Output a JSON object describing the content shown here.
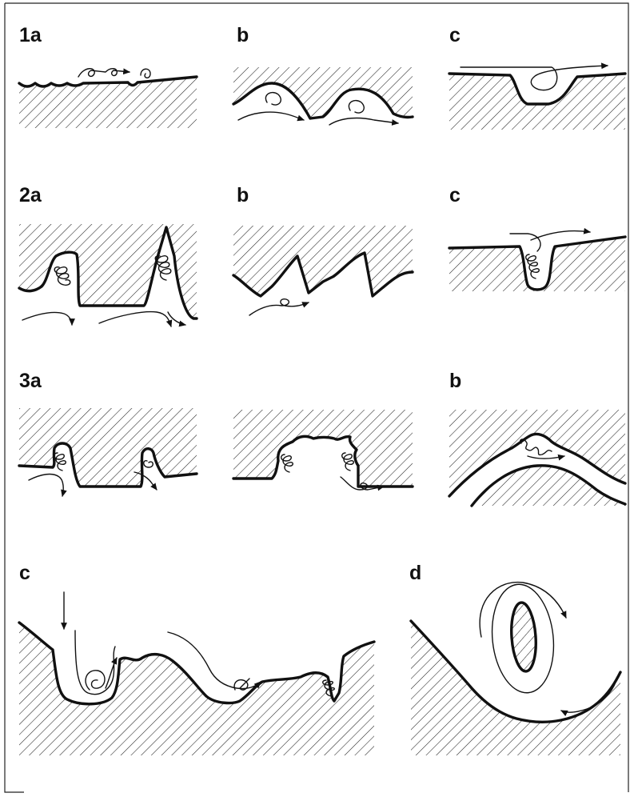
{
  "figure": {
    "panels": [
      {
        "id": "1a",
        "label": "1a"
      },
      {
        "id": "1b",
        "label": "b"
      },
      {
        "id": "1c",
        "label": "c"
      },
      {
        "id": "2a",
        "label": "2a"
      },
      {
        "id": "2b",
        "label": "b"
      },
      {
        "id": "2c",
        "label": "c"
      },
      {
        "id": "3a",
        "label": "3a"
      },
      {
        "id": "3b",
        "label": "b"
      },
      {
        "id": "3c",
        "label": "c"
      },
      {
        "id": "3d",
        "label": "d"
      }
    ],
    "colors": {
      "ink": "#111111",
      "paper": "#ffffff"
    }
  }
}
